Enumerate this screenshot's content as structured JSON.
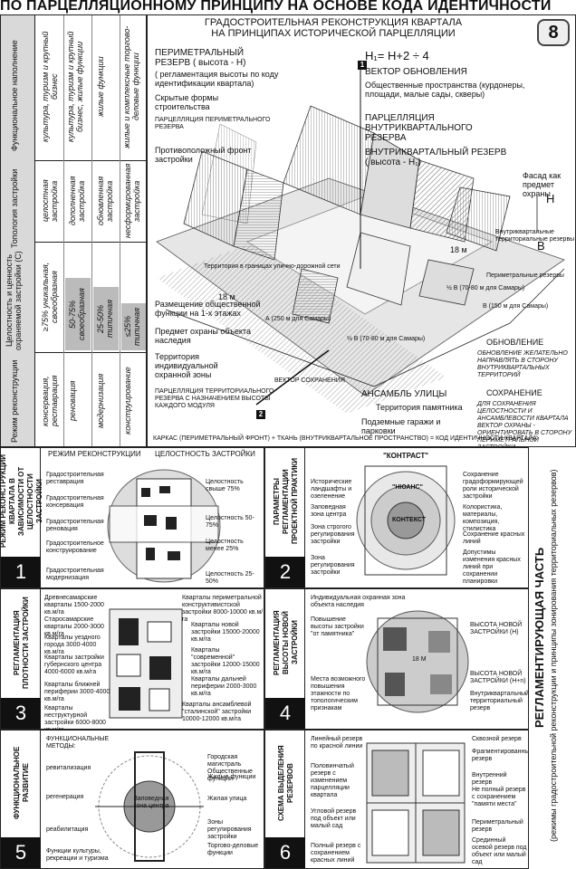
{
  "title": "ПО ПАРЦЕЛЛЯЦИОННОМУ ПРИНЦИПУ НА ОСНОВЕ КОДА ИДЕНТИЧНОСТИ",
  "sheet_number": "8",
  "table": {
    "row_headers": [
      "Функциональное наполнение",
      "Топология застройки",
      "Целостность и ценность охраняемой застройки (С)",
      "Режим реконструкции"
    ],
    "columns": [
      {
        "function": "культура, туризм и крупный бизнес",
        "topology": "целостная застройка",
        "integrity": "≥75% уникальная, своеобразная",
        "mode": "консервация, реставрация"
      },
      {
        "function": "культура, туризм и крупный бизнес, жилые функции",
        "topology": "дополненная застройка",
        "integrity": "50-75% своеобразная",
        "mode": "реновация"
      },
      {
        "function": "жилые функции",
        "topology": "обновленная застройка",
        "integrity": "25-50% типичная",
        "mode": "модернизация"
      },
      {
        "function": "жилые и комплексные торгово-деловые функции",
        "topology": "несформированная застройка",
        "integrity": "≤25% типичная",
        "mode": "конструирование"
      }
    ]
  },
  "top_diagram": {
    "heading": "ГРАДОСТРОИТЕЛЬНАЯ РЕКОНСТРУКЦИЯ КВАРТАЛА НА ПРИНЦИПАХ ИСТОРИЧЕСКОЙ ПАРЦЕЛЛЯЦИИ",
    "formula": "H₁= H+2 ÷ 4",
    "labels": {
      "perimeter_reserve": "ПЕРИМЕТРАЛЬНЫЙ РЕЗЕРВ ( высота - Н)",
      "perimeter_note": "( регламентация высоты по коду идентификации квартала)",
      "hidden_forms": "Скрытые формы строительства",
      "parcel_perimeter": "ПАРЦЕЛЛЯЦИЯ ПЕРИМЕТРАЛЬНОГО РЕЗЕРВА",
      "opposite_front": "Противоположный фронт застройки",
      "vector": "ВЕКТОР ОБНОВЛЕНИЯ",
      "public_spaces": "Общественные пространства (курдонеры, площади, малые сады, скверы)",
      "parcel_inner": "ПАРЦЕЛЛЯЦИЯ ВНУТРИКВАРТАЛЬНОГО РЕЗЕРВА",
      "inner_reserve": "ВНУТРИКВАРТАЛЬНЫЙ РЕЗЕРВ ( высота - Н₁)",
      "facade": "Фасад как предмет охраны",
      "h": "H",
      "b": "B",
      "m18": "18 м",
      "m18b": "18 м",
      "inner_reserves": "Внутриквартальные территориальные резервы",
      "perimeter_reserves": "Периметральные резервы",
      "territory_border": "Территория в границах улично-дорожной сети",
      "public_first_floors": "Размещение общественной функции на 1-х этажах",
      "heritage": "Предмет охраны объекта наследия",
      "protected_zone": "Территория индивидуальной охранной зоны",
      "parcel_territory": "ПАРЦЕЛЛЯЦИЯ ТЕРРИТОРИАЛЬНОГО РЕЗЕРВА С НАЗНАЧЕНИЕМ ВЫСОТЫ КАЖДОГО МОДУЛЯ",
      "a_dim": "А (250 м для Самары)",
      "half_b": "½ В (70-80 м для Самары)",
      "half_b2": "½ В (70-80 м для Самары)",
      "b_dim": "В (150 м для Самары)",
      "vector_preserve": "ВЕКТОР СОХРАНЕНИЯ",
      "ensemble": "АНСАМБЛЬ УЛИЦЫ",
      "monument": "Территория памятника",
      "garages": "Подземные гаражи и парковки",
      "renewal_title": "ОБНОВЛЕНИЕ",
      "renewal_text": "ОБНОВЛЕНИЕ ЖЕЛАТЕЛЬНО НАПРАВЛЯТЬ В СТОРОНУ ВНУТРИКВАРТАЛЬНЫХ ТЕРРИТОРИЙ",
      "preserve_title": "СОХРАНЕНИЕ",
      "preserve_text": "ДЛЯ СОХРАНЕНИЯ ЦЕЛОСТНОСТИ И АНСАМБЛЕВОСТИ КВАРТАЛА ВЕКТОР ОХРАНЫ - ОРИЕНТИРОВАТЬ В СТОРОНУ ПЕРИМЕТРАЛЬНОЙ ЗАСТРОЙКИ",
      "footer": "КАРКАС (ПЕРИМЕТРАЛЬНЫЙ ФРОНТ) + ТКАНЬ (ВНУТРИКВАРТАЛЬНОЕ ПРОСТРАНСТВО) = КОД ИДЕНТИЧНОСТИ КВАРТАЛА",
      "marker1": "1",
      "marker2": "2"
    }
  },
  "side_title": {
    "main": "РЕГЛАМЕНТИРУЮЩАЯ ЧАСТЬ",
    "sub": "(режимы градостроительной реконструкции и принципы зонирования территориальных резервов)"
  },
  "panels": [
    {
      "num": "1",
      "title": "РЕЖИМ РЕКОНСТРУКЦИИ КВАРТАЛА В ЗАВИСИМОСТИ ОТ ЦЕЛОСТНОСТИ ЗАСТРОЙКИ",
      "header_left": "РЕЖИМ РЕКОНСТРУКЦИИ",
      "header_right": "ЦЕЛОСТНОСТЬ ЗАСТРОЙКИ",
      "left": [
        "Градостроительная реставрация",
        "Градостроительная консервация",
        "Градостроительная реновация",
        "Градостроительное конструирование",
        "Градостроительная модернизация"
      ],
      "right": [
        "Целостность свыше 75%",
        "Целостность 50-75%",
        "Целостность менее 25%",
        "Целостность 25-50%"
      ]
    },
    {
      "num": "2",
      "title": "ПАРАМЕТРЫ РЕГЛАМЕНТАЦИИ ПРОЕКТНОЙ ПРАКТИКИ",
      "header": "\"КОНТРАСТ\"",
      "nuance": "\"НЮАНС\"",
      "context": "КОНТЕКСТ",
      "left": [
        "Исторические ландшафты и озеленение",
        "Заповедная зона центра",
        "Зона строгого регулирования застройки",
        "Зона регулирования застройки"
      ],
      "right": [
        "Сохранение градоформирующей роли исторической застройки",
        "Колористика, материалы, композиция, стилистика",
        "Сохранение красных линий",
        "Допустимы изменения красных линий при сохранении планировки"
      ]
    },
    {
      "num": "3",
      "title": "РЕГЛАМЕНТАЦИЯ ПЛОТНОСТИ ЗАСТРОЙКИ",
      "left": [
        "Древнесамарские кварталы 1500-2000 кв.м/га",
        "Старосамарские кварталы 2000-3000 кв.м/га",
        "Кварталы уездного города 3000-4000 кв.м/га",
        "Кварталы застройки губернского центра 4000-6000 кв.м/га",
        "Кварталы ближней периферии 3000-4000 кв.м/га",
        "Кварталы неструктурной застройки 6000-8000 кв.м/га"
      ],
      "right": [
        "Кварталы периметральной конструктивистской застройки 8000-10000 кв.м/га",
        "Кварталы новой застройки 15000-20000 кв.м/га",
        "Кварталы \"современной\" застройки 12000-15000 кв.м/га",
        "Кварталы дальней периферии 2000-3000 кв.м/га",
        "Кварталы ансамблевой \"сталинской\" застройки 10000-12000 кв.м/га"
      ]
    },
    {
      "num": "4",
      "title": "РЕГЛАМЕНТАЦИЯ ВЫСОТЫ НОВОЙ ЗАСТРОЙКИ",
      "left": [
        "Индивидуальная охранная зона объекта наследия",
        "Повышение высоты застройки \"от памятника\"",
        "Места возможного повышения этажности по топологическим признакам"
      ],
      "right": [
        "ВЫСОТА НОВОЙ ЗАСТРОЙКИ (Н)",
        "ВЫСОТА НОВОЙ ЗАСТРОЙКИ (Н+n)",
        "Внутриквартальный территориальный резерв"
      ],
      "m18": "18 М"
    },
    {
      "num": "5",
      "title": "ФУНКЦИОНАЛЬНОЕ РАЗВИТИЕ",
      "header": "ФУНКЦИОНАЛЬНЫЕ МЕТОДЫ:",
      "left": [
        "ревитализация",
        "регенерация",
        "реабилитация",
        "Функции культуры, рекреации и туризма"
      ],
      "right": [
        "Городская магистраль Общественные функции",
        "Жилые функции",
        "Жилая улица",
        "Зоны регулирования застройки",
        "Торгово-деловые функции"
      ],
      "center": "Заповедная зона центра"
    },
    {
      "num": "6",
      "title": "СХЕМА ВЫДЕЛЕНИЯ РЕЗЕРВОВ",
      "left": [
        "Линейный резерв по красной линии",
        "Половинчатый резерв с изменением парцелляции квартала",
        "Угловой резерв под объект или малый сад",
        "Полный резерв с сохранением красных линий"
      ],
      "right": [
        "Сквозной резерв",
        "Фрагментированный резерв",
        "Внутренний резерв",
        "Не полный резерв с сохранением \"памяти места\"",
        "Периметральный резерв",
        "Срединный осевой резерв под объект или малый сад"
      ]
    }
  ]
}
